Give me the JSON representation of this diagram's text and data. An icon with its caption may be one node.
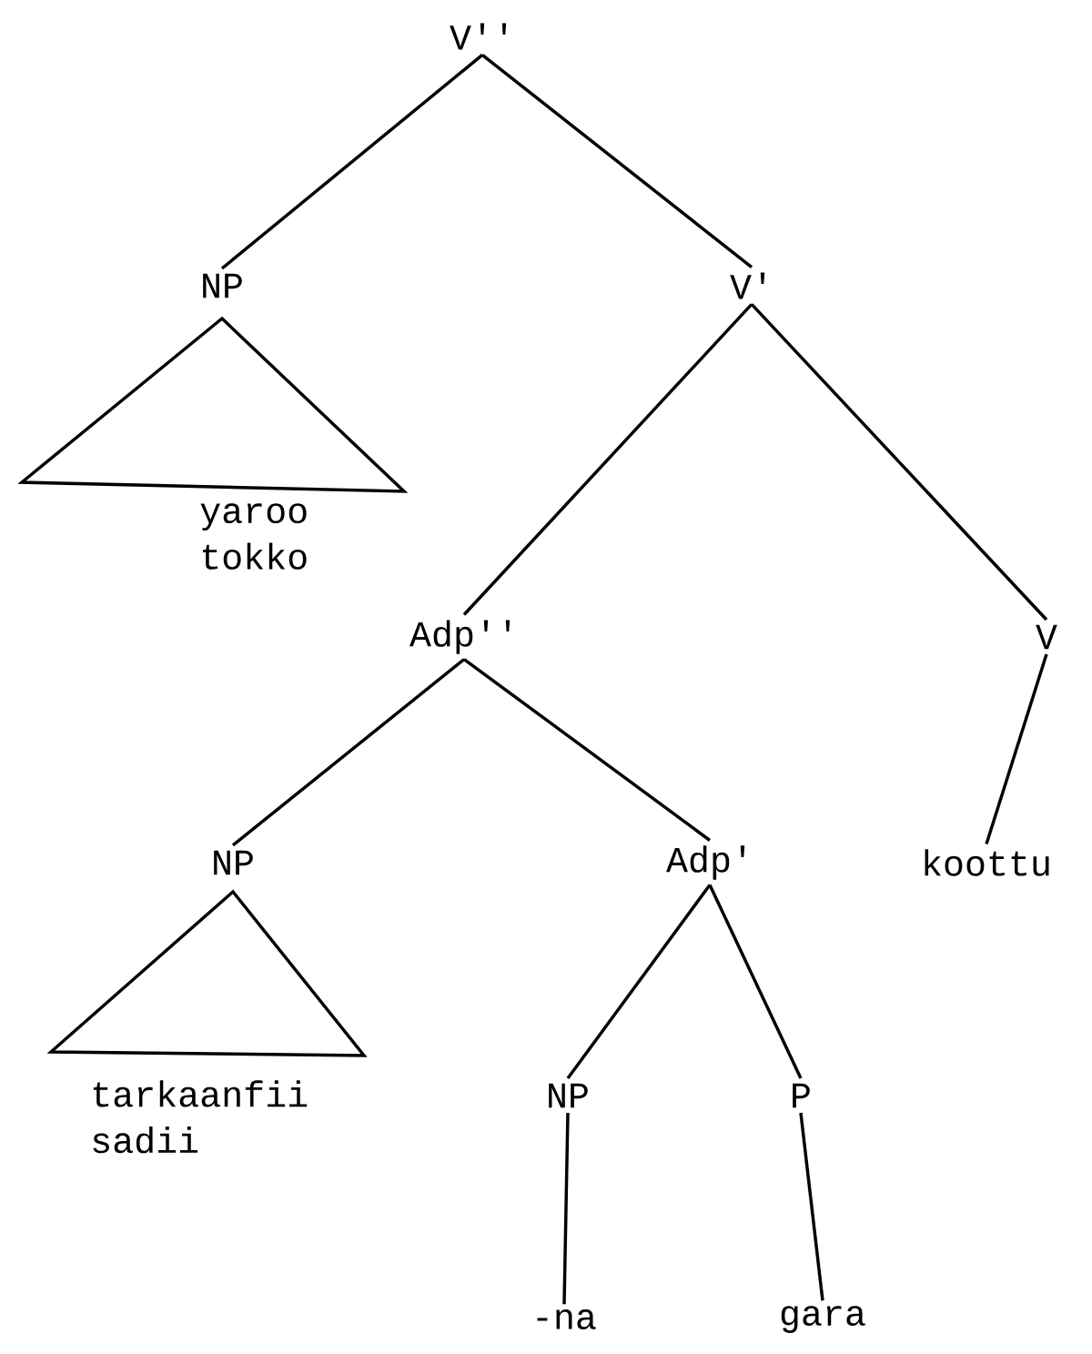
{
  "diagram": {
    "nodes": [
      {
        "text": [
          "V''"
        ]
      },
      {
        "text": [
          "NP"
        ]
      },
      {
        "text": [
          "V'"
        ]
      },
      {
        "text": [
          "yaroo tokko"
        ]
      },
      {
        "text": [
          "Adp''"
        ]
      },
      {
        "text": [
          "V"
        ]
      },
      {
        "text": [
          "NP"
        ]
      },
      {
        "text": [
          "Adp'"
        ]
      },
      {
        "text": [
          "koottu"
        ]
      },
      {
        "text": [
          "tarkaanfii sadii"
        ]
      },
      {
        "text": [
          "NP"
        ]
      },
      {
        "text": [
          "P"
        ]
      },
      {
        "text": [
          "-na"
        ]
      },
      {
        "text": [
          "gara"
        ]
      }
    ],
    "edges": [
      {
        "from": 0,
        "to": 1,
        "arrow": "none"
      },
      {
        "from": 0,
        "to": 2,
        "arrow": "none"
      },
      {
        "from": 2,
        "to": 4,
        "arrow": "none"
      },
      {
        "from": 2,
        "to": 5,
        "arrow": "none"
      },
      {
        "from": 4,
        "to": 6,
        "arrow": "none"
      },
      {
        "from": 4,
        "to": 7,
        "arrow": "none"
      },
      {
        "from": 5,
        "to": 8,
        "arrow": "none"
      },
      {
        "from": 7,
        "to": 10,
        "arrow": "none"
      },
      {
        "from": 7,
        "to": 11,
        "arrow": "none"
      },
      {
        "from": 10,
        "to": 12,
        "arrow": "none"
      },
      {
        "from": 11,
        "to": 13,
        "arrow": "none"
      }
    ]
  }
}
